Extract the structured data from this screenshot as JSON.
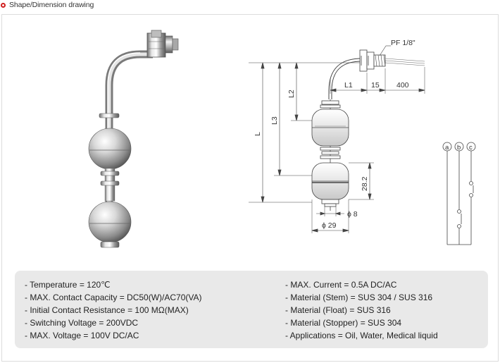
{
  "header": {
    "title": "Shape/Dimension drawing"
  },
  "drawing": {
    "dims": {
      "pf": "PF 1/8\"",
      "l1": "L1",
      "d15": "15",
      "d400": "400",
      "l2": "L2",
      "l3": "L3",
      "l": "L",
      "d282": "28.2",
      "phi8": "ϕ 8",
      "phi29": "ϕ 29"
    },
    "circuit": {
      "a": "a",
      "b": "b",
      "c": "c"
    }
  },
  "specs": {
    "left": [
      "- Temperature = 120℃",
      "- MAX. Contact Capacity = DC50(W)/AC70(VA)",
      "- Initial Contact Resistance = 100 MΩ(MAX)",
      "- Switching Voltage = 200VDC",
      "- MAX. Voltage = 100V DC/AC"
    ],
    "right": [
      "- MAX. Current = 0.5A DC/AC",
      "- Material (Stem) = SUS 304 / SUS 316",
      "- Material (Float) = SUS 316",
      "- Material (Stopper) = SUS 304",
      "- Applications = Oil, Water, Medical liquid"
    ]
  }
}
